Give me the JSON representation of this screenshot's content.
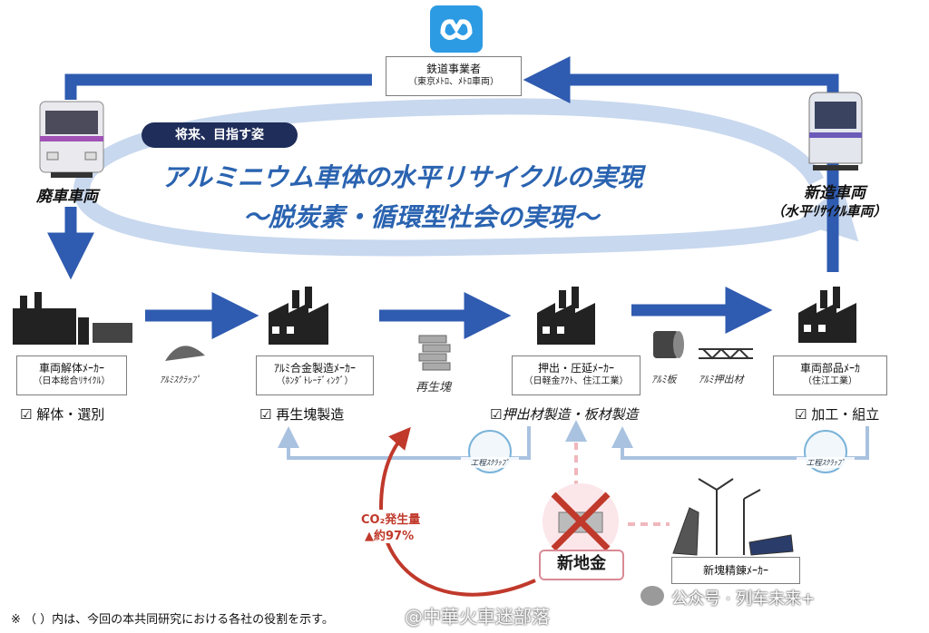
{
  "metro_logo_icon": "metro-logo-icon",
  "railway_operator": {
    "name": "鉄道事業者",
    "sub": "（東京ﾒﾄﾛ、ﾒﾄﾛ車両）"
  },
  "future_tag": "将来、目指す姿",
  "headline": {
    "line1": "アルミニウム車体の水平リサイクルの実現",
    "line2": "～脱炭素・循環型社会の実現～"
  },
  "scrap_vehicle": "廃車車両",
  "new_vehicle": {
    "name": "新造車両",
    "sub": "（水平ﾘｻｲｸﾙ車両）"
  },
  "stages": [
    {
      "name": "車両解体ﾒｰｶｰ",
      "sub": "（日本総合ﾘｻｲｸﾙ）",
      "step": "☑ 解体・選別"
    },
    {
      "name": "ｱﾙﾐ合金製造ﾒｰｶｰ",
      "sub": "（ﾎﾝﾀﾞﾄﾚｰﾃﾞｨﾝｸﾞ）",
      "step": "☑ 再生塊製造"
    },
    {
      "name": "押出・圧延ﾒｰｶｰ",
      "sub": "（日軽金ｱｸﾄ、住江工業）",
      "step": "☑押出材製造・板材製造"
    },
    {
      "name": "車両部品ﾒｰｶ",
      "sub": "（住江工業）",
      "step": "☑ 加工・組立"
    }
  ],
  "materials": {
    "aluminum_scrap": "ｱﾙﾐｽｸﾗｯﾌﾟ",
    "recycled_ingot": "再生塊",
    "aluminum_sheet": "ｱﾙﾐ板",
    "aluminum_extrusion": "ｱﾙﾐ押出材"
  },
  "process_scrap": "工程ｽｸﾗｯﾌﾟ",
  "co2": {
    "label": "CO₂発生量",
    "value": "▲約97%"
  },
  "new_metal": "新地金",
  "smelter": "新塊精錬ﾒｰｶｰ",
  "footnote": "※ （ ）内は、今回の本共同研究における各社の役割を示す。",
  "watermark_weibo": "@中華火車迷部落",
  "watermark_wechat": "公众号 · 列车未来+",
  "colors": {
    "arrow": "#2f5bb0",
    "light_arrow": "#c8d8ee",
    "thin_arrow": "#a9c2e0",
    "co2_red": "#c0392b"
  }
}
